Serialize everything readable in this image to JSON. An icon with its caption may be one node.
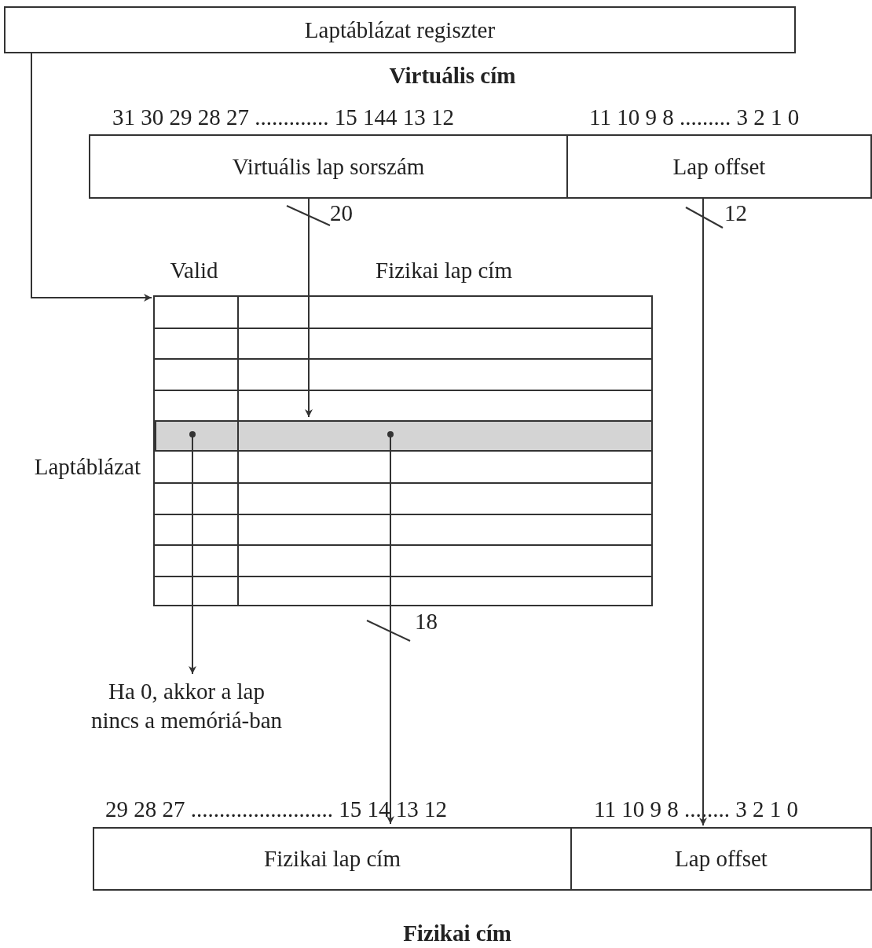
{
  "diagram": {
    "nodes": [
      {
        "text": [
          "Laptáblázat regiszter"
        ]
      },
      {
        "text": [
          "Virtuális lap sorszám"
        ]
      },
      {
        "text": [
          "Lap offset"
        ]
      },
      {
        "text": [
          "Laptáblázat"
        ]
      },
      {
        "text": [],
        "shape": "box",
        "in": 3
      },
      {
        "text": [],
        "shape": "box",
        "in": 3
      },
      {
        "text": [
          "Ha 0, akkor a lap nincs a memóriá-ban"
        ]
      },
      {
        "text": [
          "Fizikai lap cím"
        ]
      },
      {
        "text": [
          "Lap offset"
        ]
      }
    ],
    "edges": [
      {
        "from": 0,
        "to": 3,
        "arrow": "to"
      },
      {
        "from": 1,
        "to": 5,
        "arrow": "to",
        "label": "20"
      },
      {
        "from": 2,
        "to": 8,
        "arrow": "to",
        "label": "12"
      },
      {
        "from": 4,
        "to": 6,
        "arrow": "to"
      },
      {
        "from": 5,
        "to": 7,
        "arrow": "to",
        "label": "18"
      }
    ],
    "labels": [
      "Virtuális cím",
      "31 30 29 28 27 ............. 15 144 13 12",
      "11 10 9 8 ......... 3 2 1 0",
      "Valid",
      "Fizikai lap cím",
      "29 28 27 ......................... 15 14 13 12",
      "11 10 9 8 ........ 3 2 1 0",
      "Fizikai cím"
    ]
  }
}
